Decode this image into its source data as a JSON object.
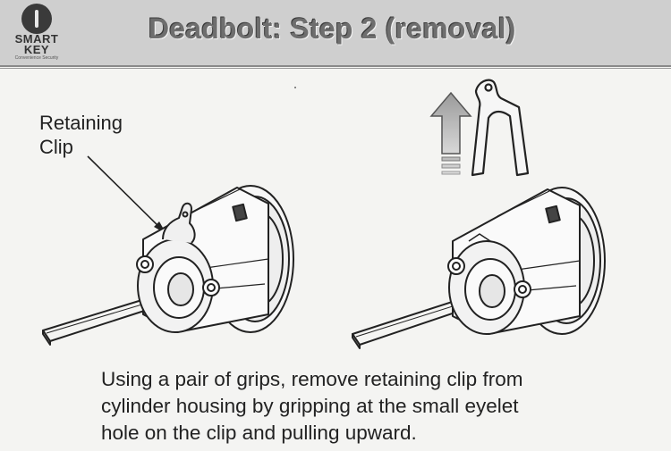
{
  "header": {
    "title": "Deadbolt: Step 2 (removal)",
    "logo": {
      "icon": "smart-key-logo-icon",
      "word_line1": "SMART",
      "word_line2": "KEY",
      "tagline": "Convenience Security"
    }
  },
  "callout": {
    "line1": "Retaining",
    "line2": "Clip"
  },
  "illustrations": [
    {
      "name": "cylinder-with-clip",
      "icon": "deadbolt-cylinder-icon"
    },
    {
      "name": "cylinder-clip-removed",
      "icon": "deadbolt-cylinder-icon"
    },
    {
      "name": "upward-arrow",
      "icon": "arrow-up-icon"
    },
    {
      "name": "retaining-clip",
      "icon": "retaining-clip-icon"
    }
  ],
  "instruction": {
    "line1": "Using a pair of grips, remove retaining clip from",
    "line2": "cylinder housing by gripping at the small eyelet",
    "line3": "hole on the clip and pulling upward."
  }
}
